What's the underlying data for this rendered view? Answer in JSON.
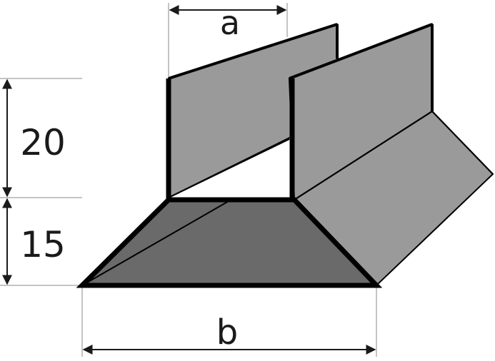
{
  "diagram": {
    "labels": {
      "a": "a",
      "b": "b",
      "upper_height": "20",
      "lower_height": "15"
    },
    "colors": {
      "background": "#ffffff",
      "face_light": "#9a9a9a",
      "face_dark": "#6a6a6a",
      "outline": "#000000",
      "dimension_line": "#1a1a1a",
      "extension_line": "#8a8a8a"
    }
  }
}
